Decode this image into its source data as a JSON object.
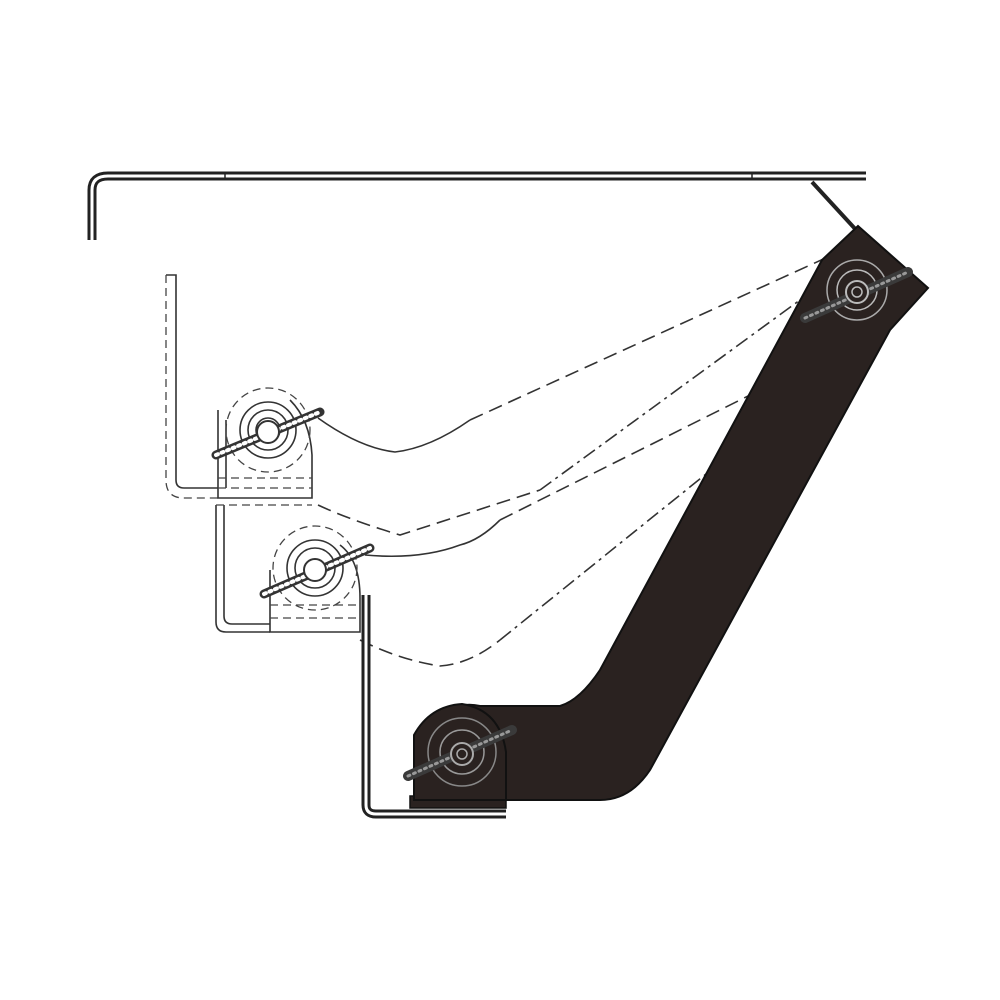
{
  "figure": {
    "subject": "adjustable-mount-arm",
    "colors": {
      "background": "#ffffff",
      "line": "#222222",
      "arm_fill": "#2a2220",
      "knob": "#3a3a3a"
    },
    "parts": {
      "top_rail": "rail",
      "arm": "arm",
      "base_bracket": "base-bracket",
      "ghost_bracket_upper": "ghost-bracket",
      "ghost_bracket_lower": "ghost-bracket"
    },
    "icons": [
      "wing-knob-icon",
      "pivot-bolt-icon"
    ],
    "positions_shown": 3
  }
}
